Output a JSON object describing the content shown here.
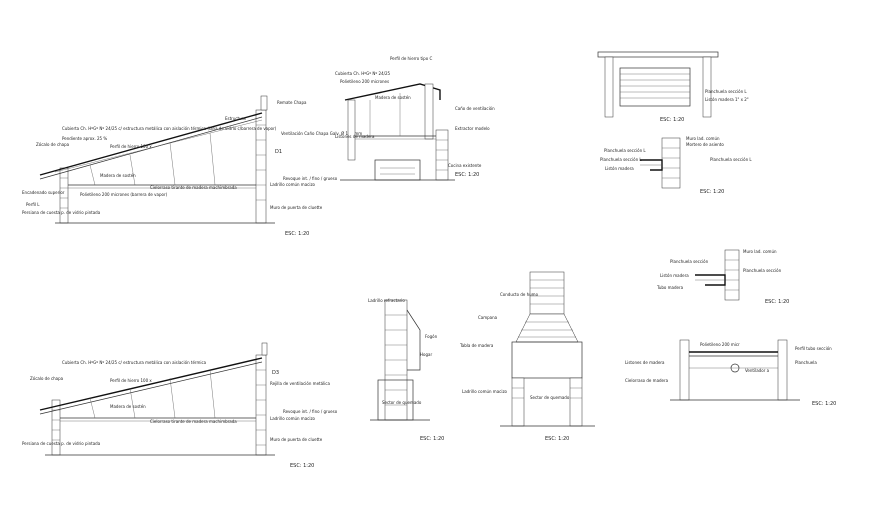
{
  "scales": {
    "top_left": "ESC: 1:20",
    "top_mid": "ESC: 1:20",
    "top_right_upper": "ESC: 1:20",
    "top_right_lower": "ESC: 1:20",
    "mid_right": "ESC: 1:20",
    "bottom_left": "ESC: 1:20",
    "bottom_mid1": "ESC: 1:20",
    "bottom_mid2": "ESC: 1:20",
    "bottom_right": "ESC: 1:20"
  },
  "section_marks": {
    "d1": "D1",
    "d3": "D3"
  },
  "section1": {
    "roof_note": "Cubierta Ch. HºGº Nº 24/25 c/ estructura metálica con aislación térmica (lana de vidrio c/barrera de vapor)",
    "slope": "Pendiente aprox. 25 %",
    "zocalo": "Zócalo de chapa",
    "remate": "Remate Chapa",
    "ventilacion": "Ventilación Caño Chapa Galv. Ø 100 mm",
    "perfil": "Perfil de hierro 100 x",
    "estructura": "Estructura",
    "madera": "Madera de sostén",
    "encadenado": "Encadenado superior",
    "cielorraso": "Cielorraso tirante de madera machimbrada",
    "polietileno": "Polietileno 200 micrones (barrera de vapor)",
    "revoque": "Revoque int. / fino / grueso",
    "ladrillo": "Ladrillo común macizo",
    "muro": "Muro de puerta de cluette",
    "perfil_l": "Perfil L",
    "persiana": "Persiana de cuesta p. de vidrio pintada"
  },
  "section2": {
    "perfil_c": "Perfil de hierro tipo C",
    "cubierta": "Cubierta Ch. HºGº Nº 24/25",
    "madera": "Madera de sostén",
    "polietileno": "Polietileno 200 micrones",
    "listones": "Listones de madera",
    "caño": "Caño de ventilación",
    "extractor": "Extractor modelo",
    "cocina": "Cocina existente"
  },
  "section3": {
    "planchuela": "Planchuela sección L",
    "liston": "Listón madera 1\" x 2\"",
    "muro": "Muro lad. común",
    "mortero": "Mortero de asiento",
    "liston2": "Listón madera"
  },
  "section4": {
    "planchuela": "Planchuela sección",
    "muro": "Muro lad. común",
    "tubo": "Tubo madera",
    "liston": "Listón madera"
  },
  "section5": {
    "roof_note": "Cubierta Ch. HºGº Nº 24/25 c/ estructura metálica con aislación térmica",
    "rejilla": "Rejilla de ventilación metálica",
    "zocalo": "Zócalo de chapa",
    "perfil": "Perfil de hierro 100 x",
    "madera": "Madera de sostén",
    "cielorraso": "Cielorraso tirante de madera machimbrada",
    "revoque": "Revoque int. / fino / grueso",
    "ladrillo": "Ladrillo común macizo",
    "muro": "Muro de puerta de cluette",
    "persiana": "Persiana de cuesta p. de vidrio pintada"
  },
  "parrilla1": {
    "ladrillo": "Ladrillo refractario",
    "fogon": "Fogón",
    "hogar": "Hogar",
    "sector": "Sector de quemado"
  },
  "parrilla2": {
    "conducto": "Conducto de humo",
    "campana": "Campana",
    "tabla": "Tabla de madera",
    "ladrillo": "Ladrillo común macizo",
    "sector": "Sector de quemado"
  },
  "section9": {
    "perfil": "Perfil tubo sección",
    "planchuela": "Planchuela",
    "listones": "Listones de madera",
    "ventilador": "Ventilador a",
    "polietileno": "Polietileno 200 micr",
    "cielorraso": "Cielorraso de madera"
  }
}
